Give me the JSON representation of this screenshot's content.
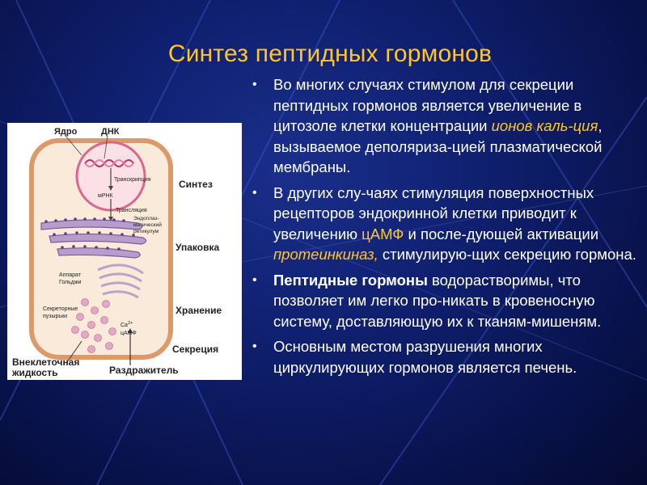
{
  "slide": {
    "title": "Синтез пептидных гормонов",
    "bullets": [
      {
        "parts": [
          {
            "text": "Во многих случаях стимулом для секреции пептидных гормонов является увеличение в цитозоле клетки концентрации "
          },
          {
            "text": "ионов каль-ция",
            "style": "highlight-italic"
          },
          {
            "text": ", вызываемое деполяриза-цией плазматической мембраны."
          }
        ]
      },
      {
        "parts": [
          {
            "text": "В других слу-чаях стимуляция поверхностных рецепторов эндокринной клетки приводит к увеличению "
          },
          {
            "text": "цАМФ",
            "style": "highlight"
          },
          {
            "text": " и после-дующей активации "
          },
          {
            "text": "протеинкиназ,",
            "style": "highlight-italic"
          },
          {
            "text": " стимулирую-щих секрецию гормона."
          }
        ]
      },
      {
        "parts": [
          {
            "text": "Пептидные гормоны",
            "style": "bold"
          },
          {
            "text": " водорастворимы, что позволяет им легко про-никать в кровеносную систему, доставляющую их к тканям-мишеням."
          }
        ]
      },
      {
        "parts": [
          {
            "text": "Основным местом разрушения многих циркулирующих гормонов является печень."
          }
        ]
      }
    ]
  },
  "diagram": {
    "labels": {
      "nucleus": "Ядро",
      "dna": "ДНК",
      "transcription": "Транскрипция",
      "mrna": "мРНК",
      "translation": "Трансляция",
      "er_1": "Эндоплаз-",
      "er_2": "матический",
      "er_3": "ретикулум",
      "golgi_1": "Аппарат",
      "golgi_2": "Гольджи",
      "vesicles_1": "Секреторные",
      "vesicles_2": "пузырьки",
      "ca": "Ca",
      "ca_sup": "2+",
      "camp": "цАМФ",
      "synthesis": "Синтез",
      "packaging": "Упаковка",
      "storage": "Хранение",
      "secretion": "Секреция",
      "extracellular_1": "Внеклеточная",
      "extracellular_2": "жидкость",
      "stimulus": "Раздражитель"
    },
    "colors": {
      "membrane": "#dc9a6a",
      "cytoplasm": "#f9ead9",
      "nucleus": "#d8688e",
      "er": "#a48bb8",
      "vesicle": "#e2a8c6"
    }
  },
  "theme": {
    "title_color": "#ffc629",
    "text_color": "#ffffff"
  }
}
